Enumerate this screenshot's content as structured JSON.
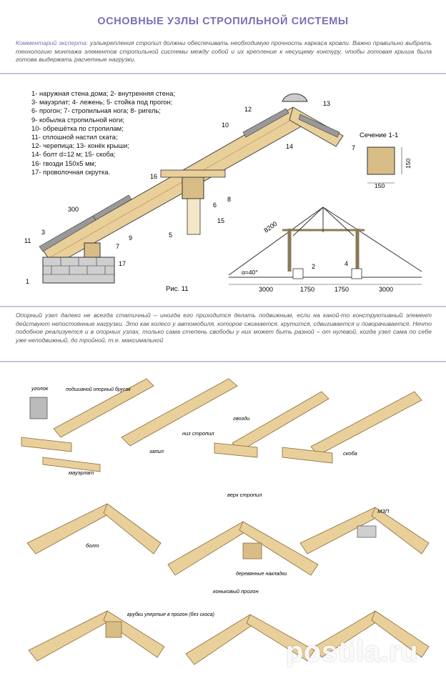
{
  "title": "ОСНОВНЫЕ УЗЛЫ СТРОПИЛЬНОЙ СИСТЕМЫ",
  "expert": {
    "label": "Комментарий эксперта:",
    "text": " узлыкрепления стропил должны обеспечивать необходимую прочность каркаса кровли. Важно правильно выбрать технологию монтажа элементов стропильной системы между собой и их крепление к несущему контуру, чтобы готовая крыша была готова выдержать расчетные нагрузки."
  },
  "legend": [
    "1- наружная стена дома; 2- внутренняя стена;",
    "3- мауэрлат; 4- лежень; 5- стойка под прогон;",
    "6- прогон; 7- стропильная нога; 8- ригель;",
    "9- кобылка стропильной ноги;",
    "10- обрешётка по стропилам;",
    "11- сплошной настил ската;",
    "12- черепица; 13- конёк крыши;",
    "14- болт d=12 м; 15- скоба;",
    "16- гвозди 150х5 мм;",
    "17- проволочная скрутка."
  ],
  "figure": {
    "caption": "Рис. 11",
    "section_label": "Сечение 1-1",
    "section_dim_h": "150",
    "section_dim_w": "150",
    "section_num": "7",
    "dim_300": "300",
    "dim_8200": "8200",
    "angle": "α=40°",
    "bottom_dims": [
      "3000",
      "1750",
      "1750",
      "3000"
    ],
    "numbers": [
      "1",
      "2",
      "3",
      "4",
      "5",
      "6",
      "7",
      "8",
      "9",
      "10",
      "11",
      "12",
      "13",
      "14",
      "15",
      "16",
      "17"
    ]
  },
  "middle_text": "Опорный узел далеко не всегда статичный – иногда его приходится делать подвижным, если на какой-то конструктивный элемент действуют непостоянные нагрузки. Это как колесо у автомобиля, которое сжимается, крутится, сдвигивается и поворачивается. Нечто подобное реализуется и в опорных узлах, только сама степень свободы у них может быть разной – от нулевой, когда узел сама по себе уже неподвижный, до тройной, т.е. максимальной",
  "nodes": {
    "corner": "уголок",
    "support_bar": "подшивной опорный брусок",
    "rafter_bottom": "низ стропил",
    "notch": "запил",
    "mauerlat": "мауэрлат",
    "nails": "гвозди",
    "staple": "скоба",
    "rafter_top": "верх стропил",
    "bolt": "болт",
    "mzp": "МЗП",
    "wood_plates": "деревянные накладки",
    "ridge_purlin": "коньковый прогон",
    "notches_purlin": "врубки упертые в прогон (без скоса)"
  },
  "watermark": "postila.ru",
  "colors": {
    "title": "#7a6fb5",
    "band": "#c9c2e2",
    "wood": "#e9cf9a",
    "wood_dark": "#c9a66b",
    "brick": "#cfcfcf"
  }
}
